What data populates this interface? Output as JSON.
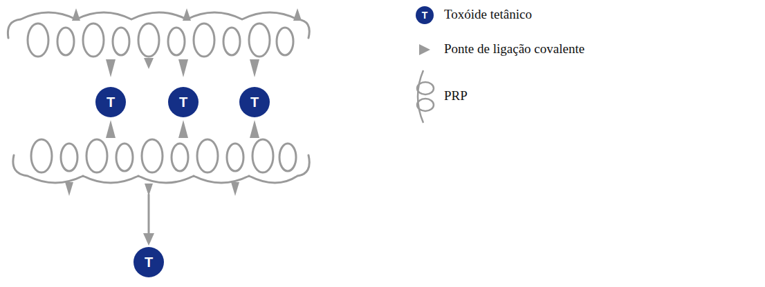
{
  "diagram": {
    "nodes": [
      {
        "text": [
          "T"
        ]
      },
      {
        "text": [
          "T"
        ]
      },
      {
        "text": [
          "T"
        ]
      },
      {
        "text": [
          "T"
        ]
      }
    ],
    "labels": [
      "T"
    ],
    "legend": [
      {
        "text": "Toxóide tetânico"
      },
      {
        "text": "Ponte de ligação covalente"
      },
      {
        "text": "PRP"
      }
    ]
  }
}
